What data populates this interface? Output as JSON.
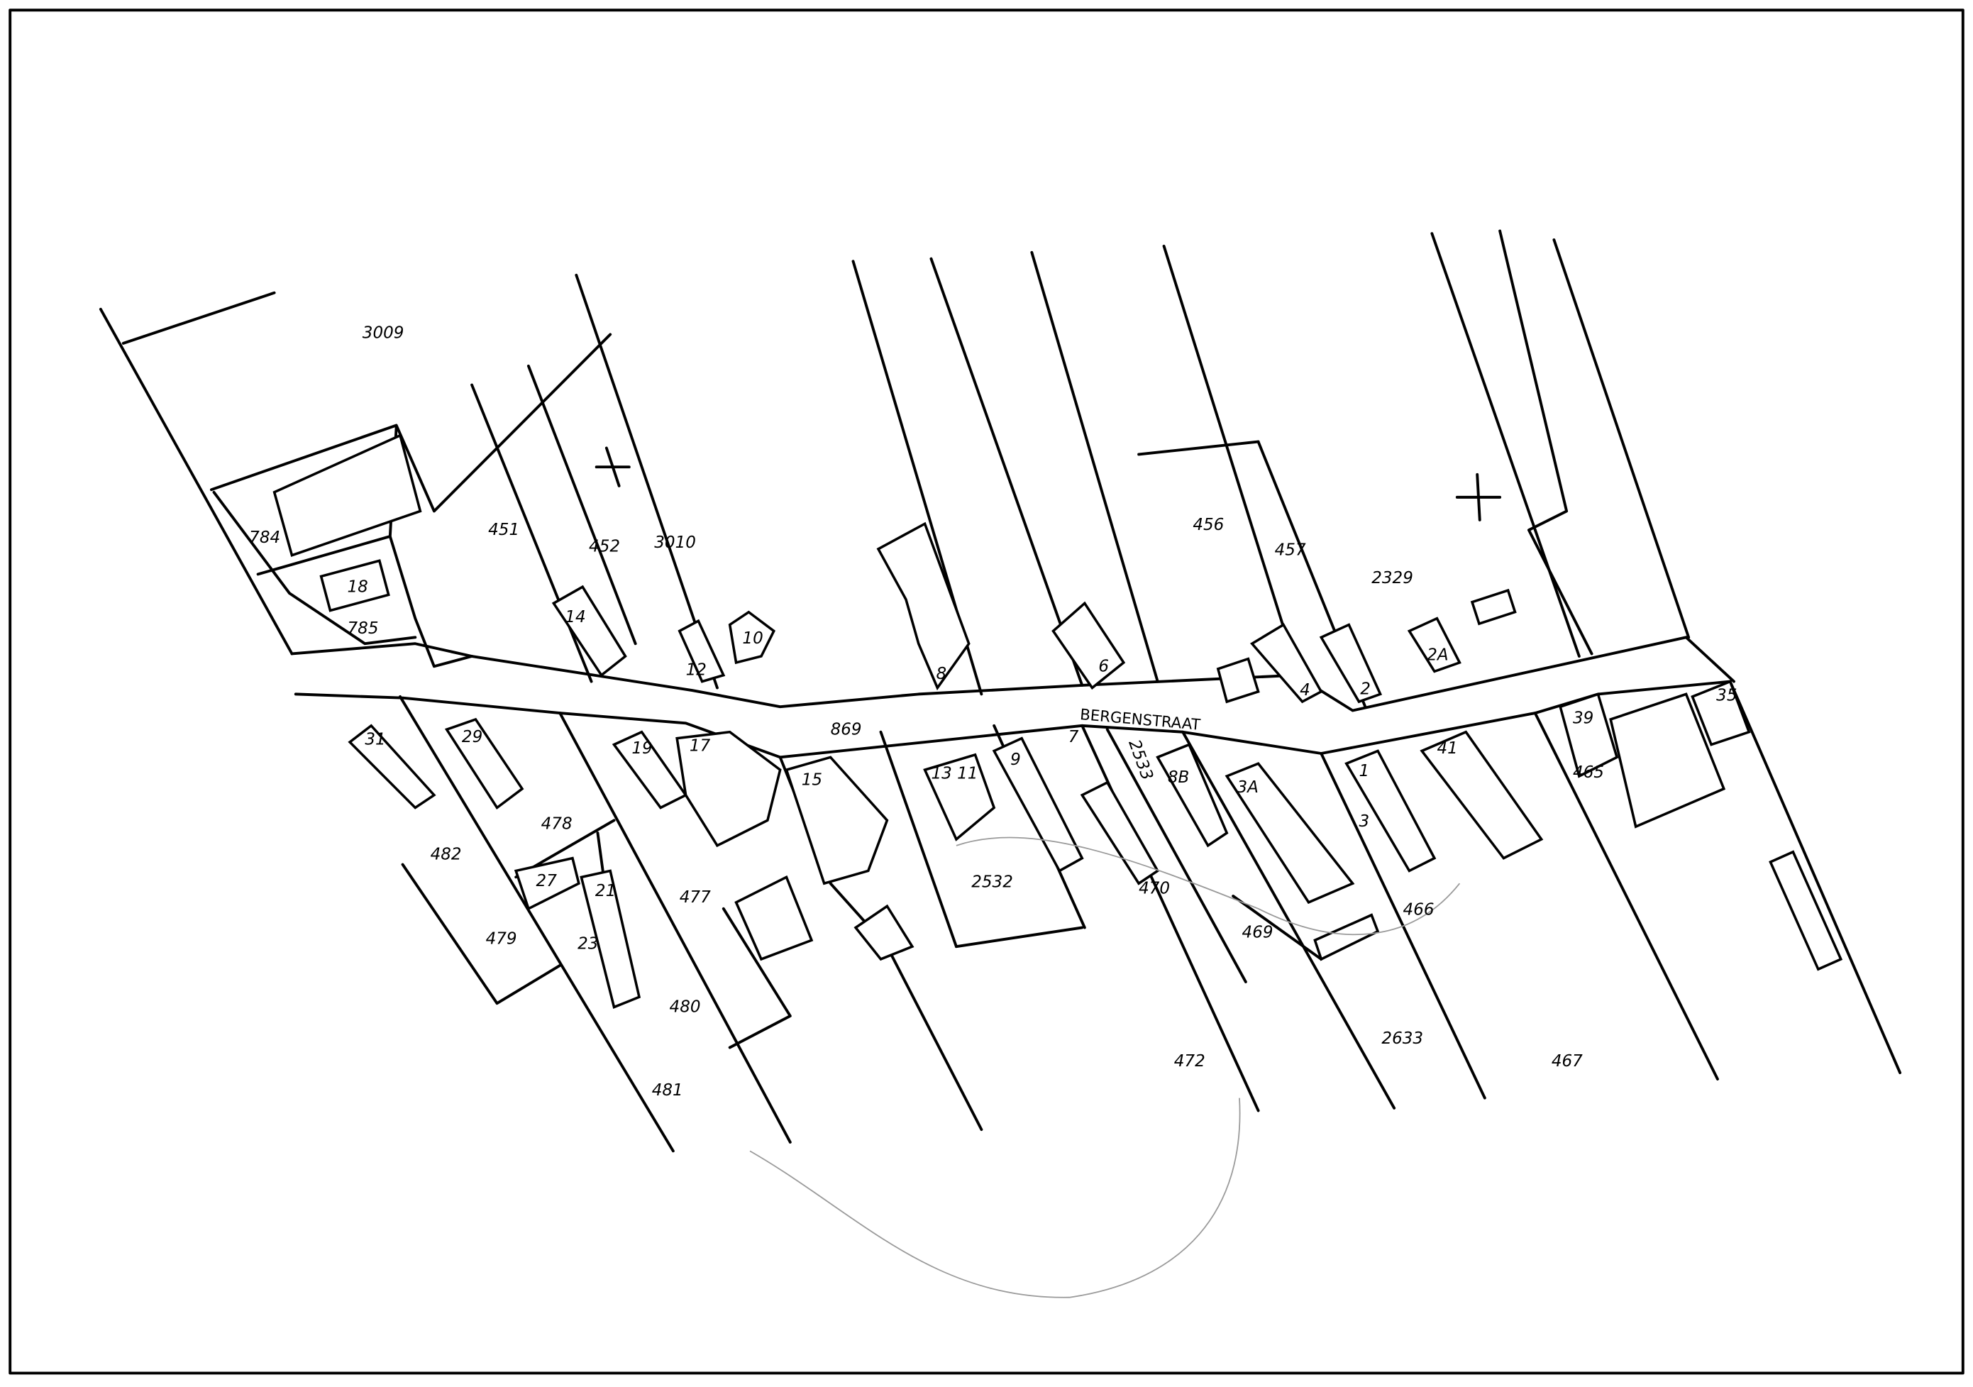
{
  "map": {
    "street_name": "BERGENSTRAAT",
    "road_parcel": "869",
    "parcels_north": [
      "3009",
      "784",
      "785",
      "451",
      "452",
      "3010",
      "456",
      "457",
      "2329"
    ],
    "parcels_south": [
      "482",
      "478",
      "479",
      "477",
      "480",
      "481",
      "2532",
      "2533",
      "470",
      "469",
      "466",
      "465",
      "472",
      "2633",
      "467"
    ],
    "house_numbers_north": [
      "18",
      "14",
      "12",
      "10",
      "8",
      "6",
      "4",
      "2",
      "2A"
    ],
    "house_numbers_south": [
      "31",
      "29",
      "27",
      "21",
      "23",
      "19",
      "17",
      "15",
      "13 11",
      "9",
      "7",
      "8B",
      "3A",
      "1",
      "3",
      "41",
      "39",
      "35"
    ]
  }
}
